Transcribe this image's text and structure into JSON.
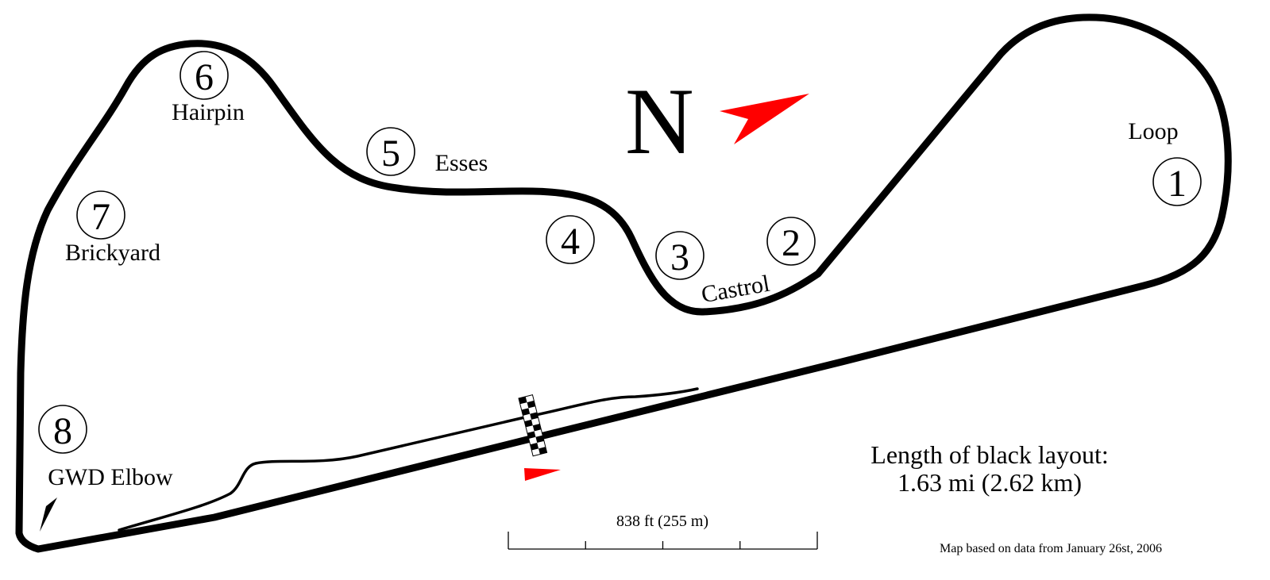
{
  "turns": [
    {
      "number": "1",
      "name": "Loop"
    },
    {
      "number": "2",
      "name": "Castrol"
    },
    {
      "number": "3",
      "name": ""
    },
    {
      "number": "4",
      "name": ""
    },
    {
      "number": "5",
      "name": "Esses"
    },
    {
      "number": "6",
      "name": "Hairpin"
    },
    {
      "number": "7",
      "name": "Brickyard"
    },
    {
      "number": "8",
      "name": "GWD Elbow"
    }
  ],
  "compass": {
    "label": "N",
    "color": "#ff0000"
  },
  "layout_info": {
    "line1": "Length of black layout:",
    "line2": "1.63 mi (2.62 km)"
  },
  "scale_bar": {
    "label": "838 ft (255 m)",
    "divisions": 4
  },
  "footnote": "Map based on data from January 26st, 2006",
  "colors": {
    "track": "#000000",
    "direction_arrow": "#ff0000",
    "background": "#ffffff"
  }
}
